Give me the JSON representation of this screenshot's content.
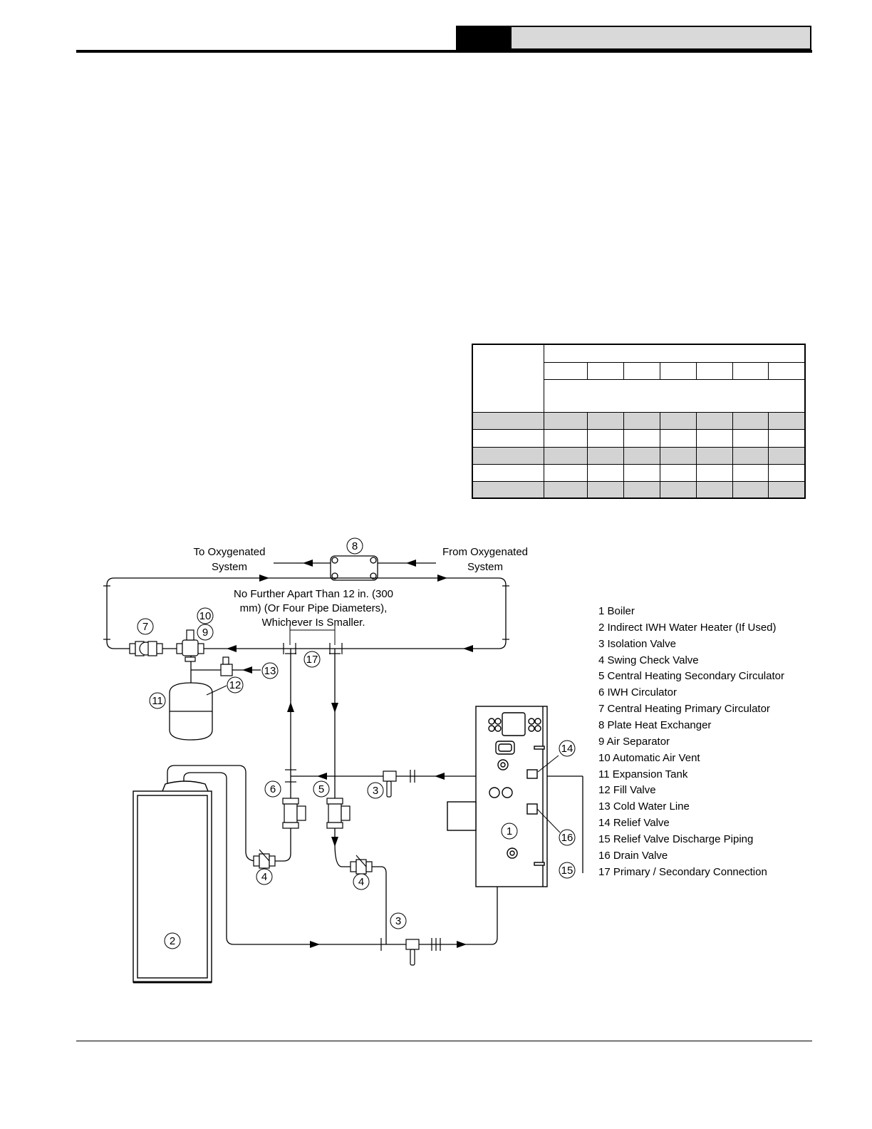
{
  "header": {
    "section_number": "",
    "section_title": ""
  },
  "table": {
    "rows": 8,
    "columns": 8
  },
  "diagram": {
    "to_system": [
      "To Oxygenated",
      "System"
    ],
    "from_system": [
      "From Oxygenated",
      "System"
    ],
    "spacing_note": [
      "No Further Apart Than 12 in. (300",
      "mm) (Or Four Pipe Diameters),",
      "Whichever Is Smaller."
    ],
    "callouts": {
      "c1": "1",
      "c2": "2",
      "c3a": "3",
      "c3b": "3",
      "c4a": "4",
      "c4b": "4",
      "c5": "5",
      "c6": "6",
      "c7": "7",
      "c8": "8",
      "c9": "9",
      "c10": "10",
      "c11": "11",
      "c12": "12",
      "c13": "13",
      "c14": "14",
      "c15": "15",
      "c16": "16",
      "c17": "17"
    },
    "legend": [
      "1 Boiler",
      "2 Indirect IWH Water Heater (If Used)",
      "3 Isolation Valve",
      "4 Swing Check Valve",
      "5 Central Heating Secondary Circulator",
      "6 IWH Circulator",
      "7 Central Heating Primary Circulator",
      "8 Plate Heat Exchanger",
      "9 Air Separator",
      "10 Automatic Air Vent",
      "11 Expansion Tank",
      "12 Fill Valve",
      "13 Cold Water Line",
      "14 Relief Valve",
      "15 Relief Valve Discharge Piping",
      "16 Drain Valve",
      "17 Primary / Secondary Connection"
    ]
  }
}
